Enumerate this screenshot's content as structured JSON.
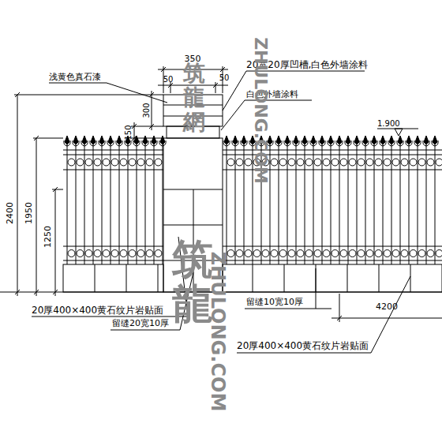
{
  "diagram": {
    "labels": [
      "350",
      "20宽20厚凹槽,白色外墙涂料",
      "浅黄色真石漆",
      "50",
      "50",
      "300",
      "150",
      "白色外墙涂料",
      "1.900",
      "2400",
      "1950",
      "1250",
      "20厚400×400黄石纹片岩贴面",
      "留缝10宽10厚",
      "留缝20宽10厚",
      "4200",
      "20厚400×400黄石纹片岩贴面",
      "筑龍網",
      "ZHULONG.COM",
      "筑龍",
      "ZHULONG.COM"
    ]
  }
}
